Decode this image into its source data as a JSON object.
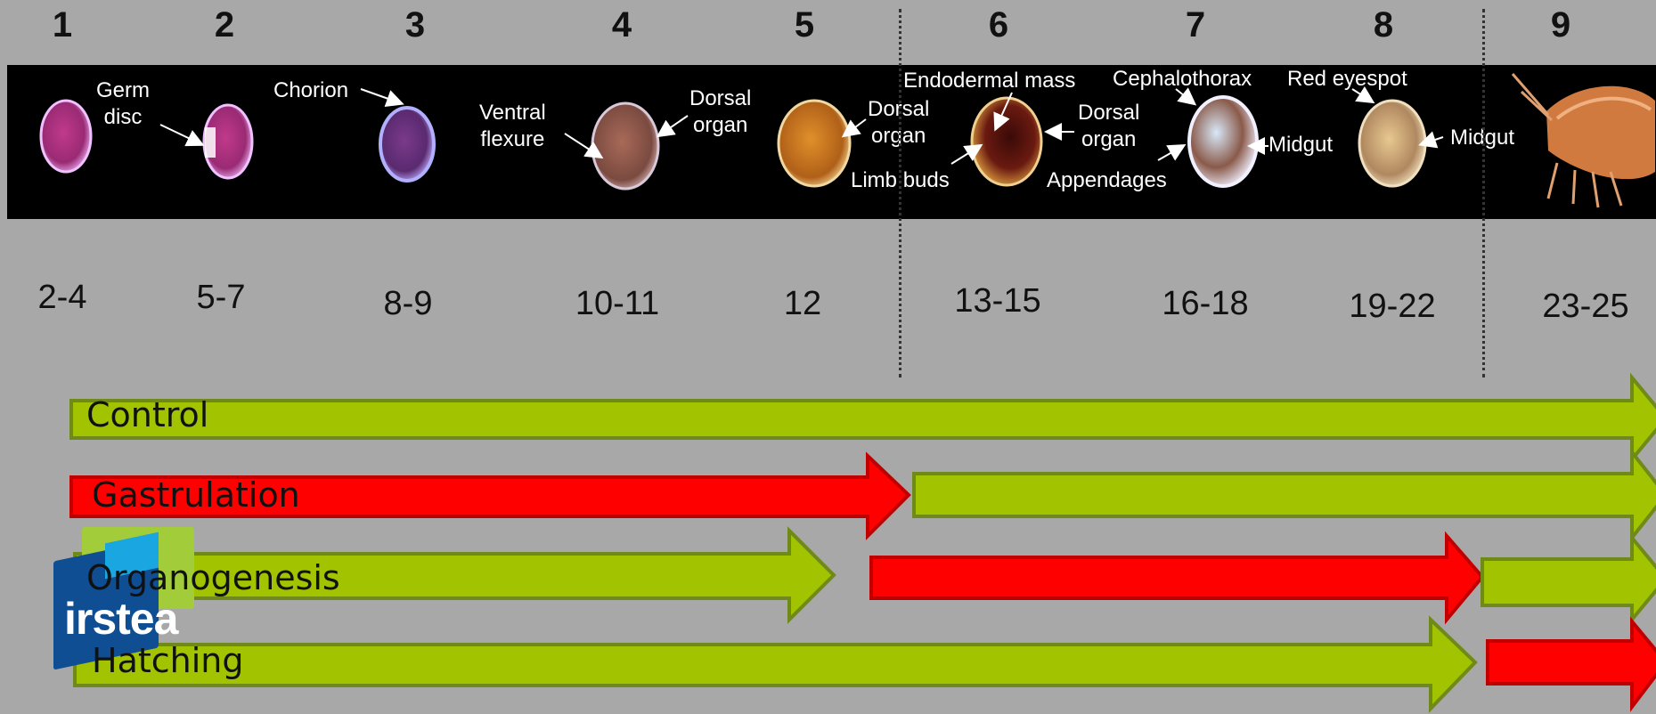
{
  "stages": [
    "1",
    "2",
    "3",
    "4",
    "5",
    "6",
    "7",
    "8",
    "9"
  ],
  "day_ranges": [
    "2-4",
    "5-7",
    "8-9",
    "10-11",
    "12",
    "13-15",
    "16-18",
    "19-22",
    "23-25"
  ],
  "annotations": {
    "germ_disc": "Germ\ndisc",
    "chorion": "Chorion",
    "ventral_flexure": "Ventral\nflexure",
    "dorsal_organ_4": "Dorsal\norgan",
    "dorsal_organ_5": "Dorsal\norgan",
    "endodermal_mass": "Endodermal mass",
    "dorsal_organ_6": "Dorsal\norgan",
    "limb_buds": "Limb buds",
    "cephalothorax": "Cephalothorax",
    "appendages": "Appendages",
    "midgut_7": "Midgut",
    "red_eyespot": "Red eyespot",
    "midgut_8": "Midgut"
  },
  "rows": [
    {
      "label": "Control",
      "label_color": "#111111"
    },
    {
      "label": "Gastrulation",
      "label_color": "#111111"
    },
    {
      "label": "Organogenesis",
      "label_color": "#111111"
    },
    {
      "label": "Hatching",
      "label_color": "#111111"
    }
  ],
  "logo": {
    "text": "irstea"
  },
  "colors": {
    "background": "#a8a8a8",
    "green_fill": "#a2c400",
    "green_border": "#6f8a1a",
    "red_fill": "#ff0000",
    "red_border": "#c00000",
    "strip": "#000000"
  }
}
